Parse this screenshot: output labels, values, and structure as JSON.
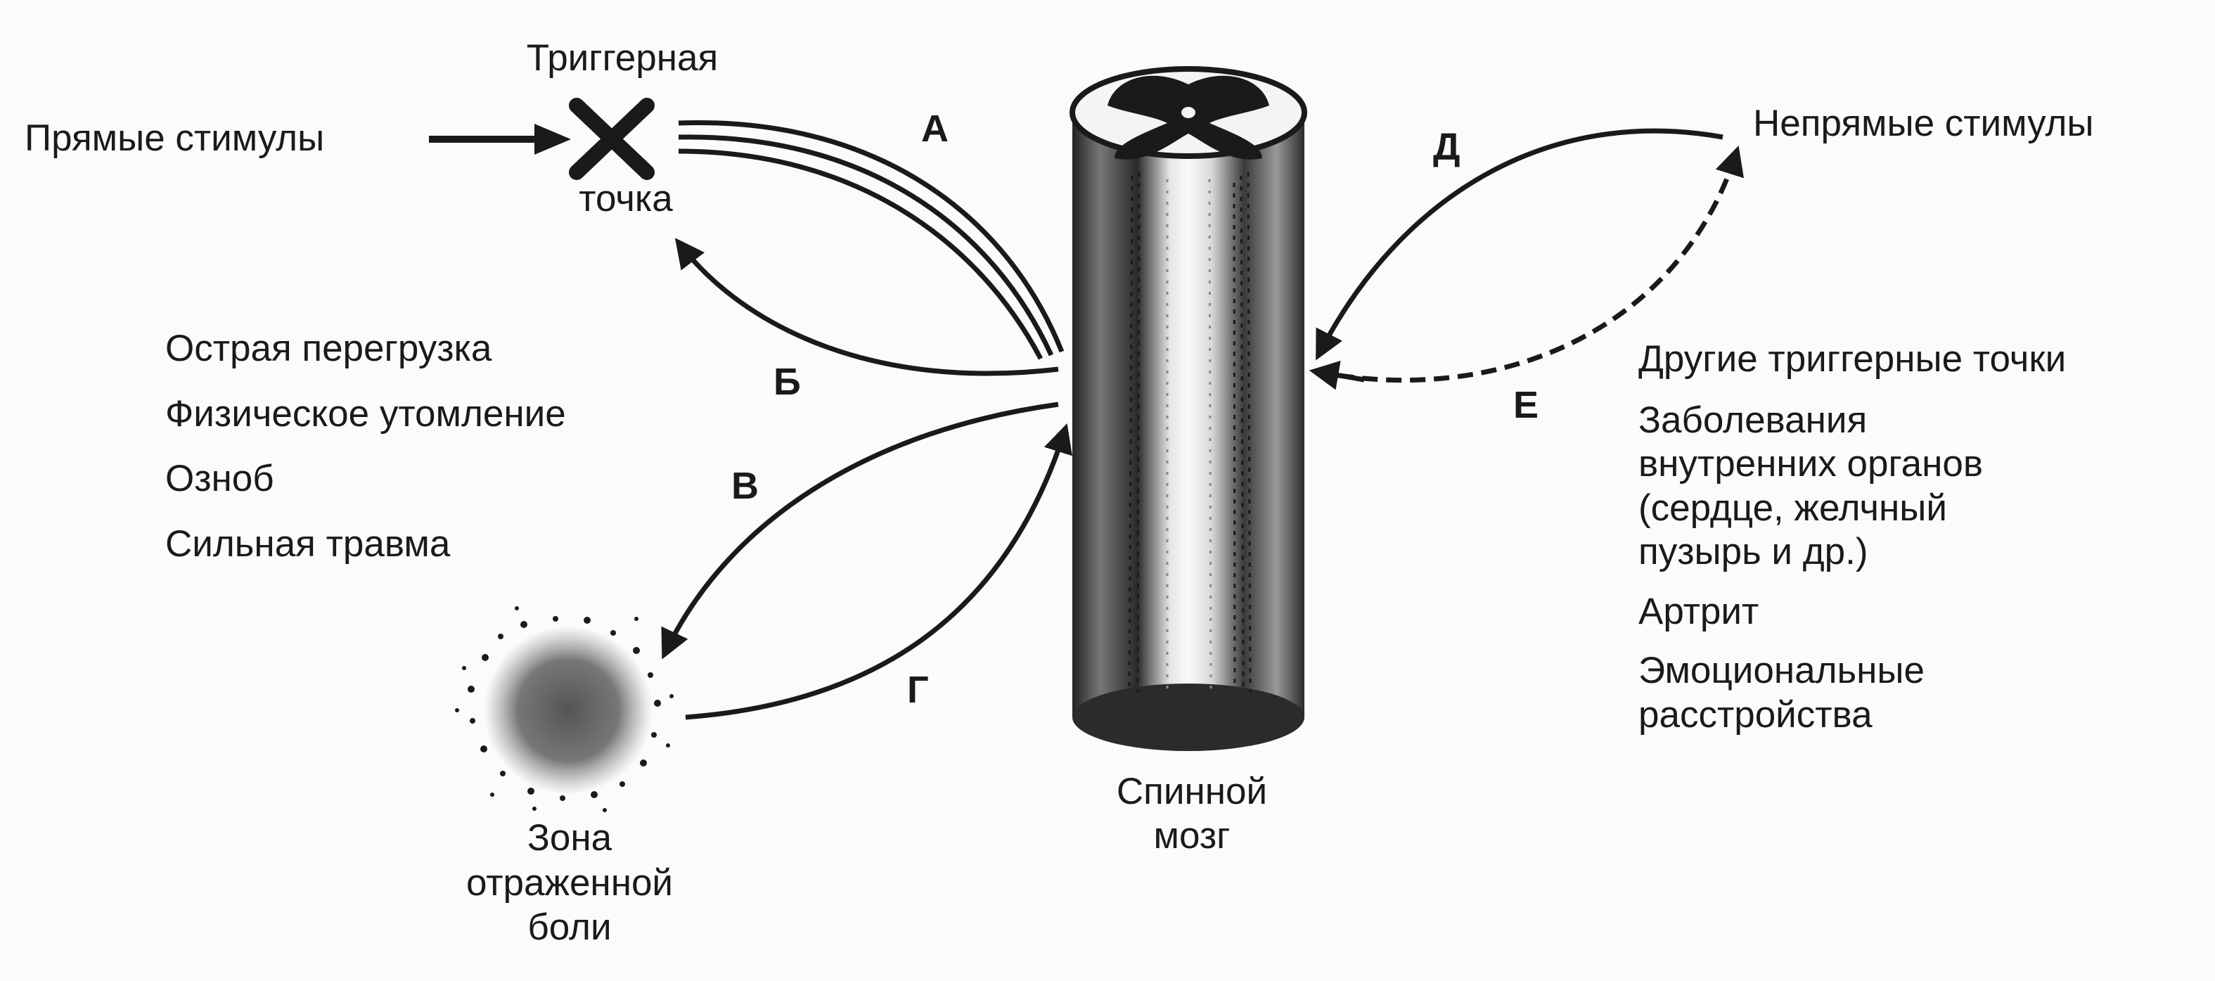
{
  "labels": {
    "direct_stimuli": "Прямые стимулы",
    "trigger_top": "Триггерная",
    "trigger_bottom": "точка",
    "indirect_stimuli": "Непрямые стимулы",
    "spinal_cord": [
      "Спинной",
      "мозг"
    ],
    "referred_zone": [
      "Зона",
      "отраженной",
      "боли"
    ]
  },
  "paths": {
    "a": "А",
    "b": "Б",
    "v": "В",
    "g": "Г",
    "d": "Д",
    "e": "Е"
  },
  "left_factors": [
    "Острая перегрузка",
    "Физическое утомление",
    "Озноб",
    "Сильная травма"
  ],
  "right_factors": [
    [
      "Другие триггерные точки"
    ],
    [
      "Заболевания",
      "внутренних органов",
      "(сердце, желчный",
      "пузырь и др.)"
    ],
    [
      "Артрит"
    ],
    [
      "Эмоциональные",
      "расстройства"
    ]
  ],
  "colors": {
    "ink": "#1a1a1a",
    "background": "#fbfbfb"
  }
}
